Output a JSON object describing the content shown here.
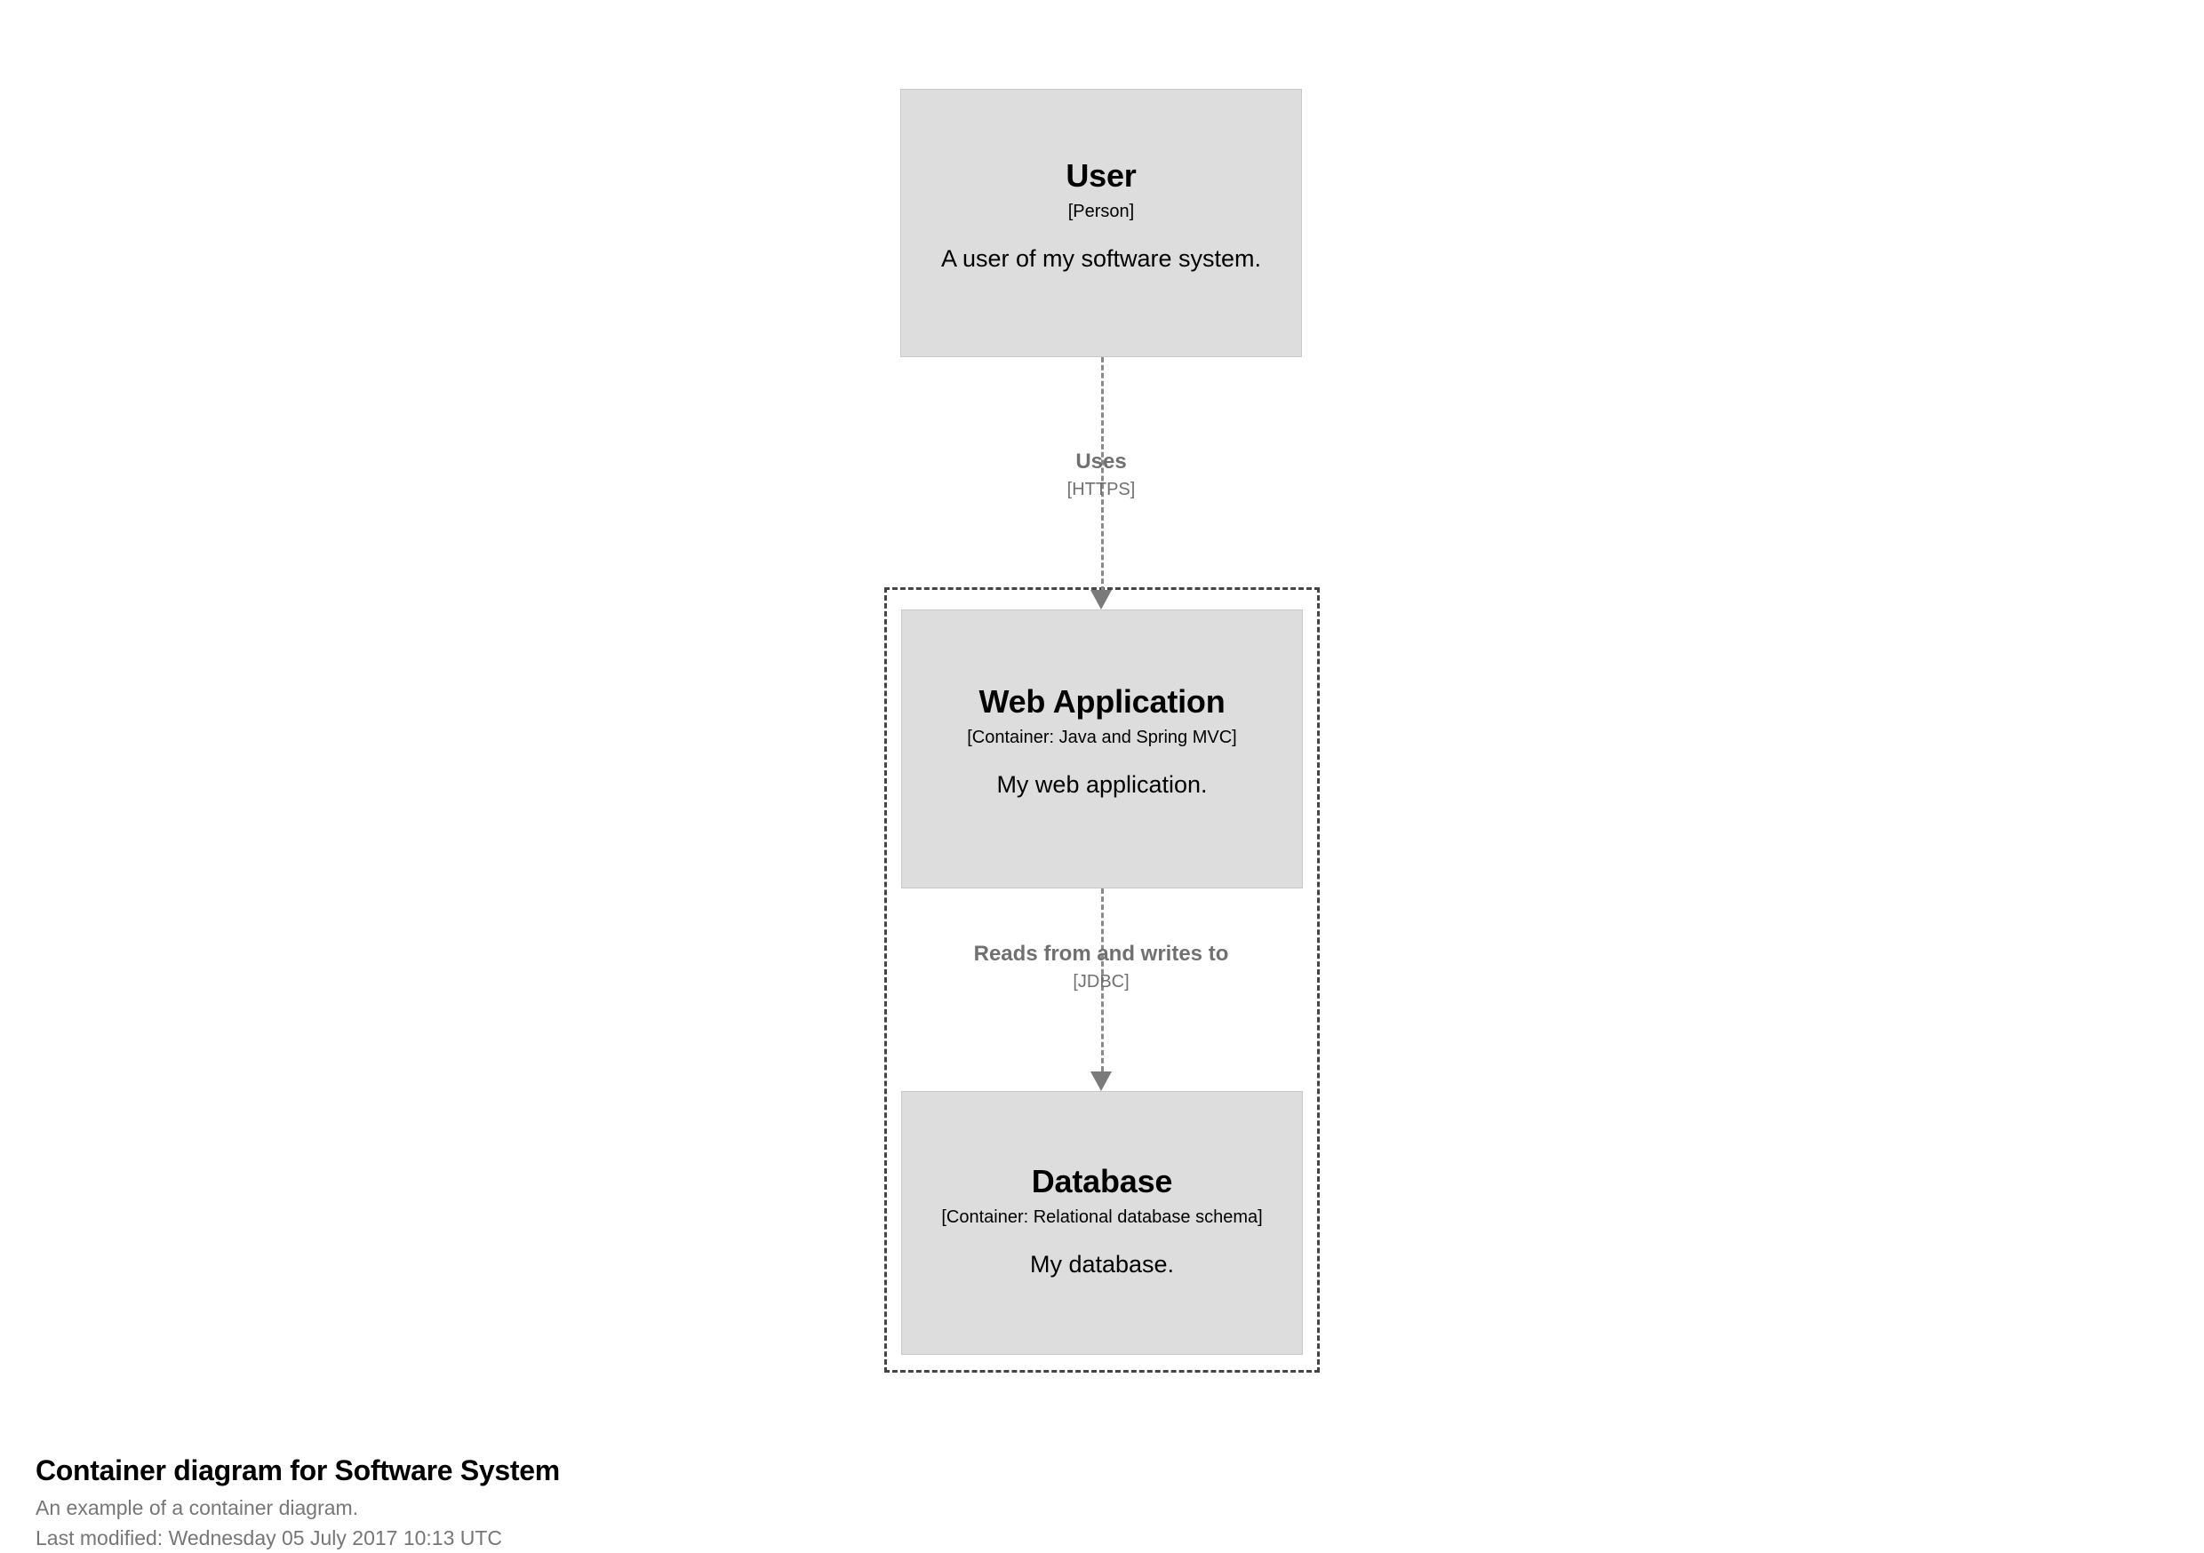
{
  "diagram": {
    "kind": "c4-container-diagram",
    "colors": {
      "node_fill": "#dddddd",
      "node_border": "#c8c8c8",
      "node_text": "#000000",
      "boundary_stroke": "#454545",
      "relationship_stroke": "#8a8a8a",
      "relationship_text": "#707070",
      "caption_title": "#000000",
      "caption_sub": "#767676",
      "background": "#ffffff"
    },
    "nodes": [
      {
        "id": "user",
        "name": "User",
        "type": "[Person]",
        "description": "A user of my software system."
      },
      {
        "id": "webapp",
        "name": "Web Application",
        "type": "[Container: Java and Spring MVC]",
        "description": "My web application."
      },
      {
        "id": "database",
        "name": "Database",
        "type": "[Container: Relational database schema]",
        "description": "My database."
      }
    ],
    "boundary": {
      "style": "dashed",
      "label": ""
    },
    "relationships": [
      {
        "id": "uses",
        "from": "user",
        "to": "webapp",
        "description": "Uses",
        "technology": "[HTTPS]"
      },
      {
        "id": "reads-writes",
        "from": "webapp",
        "to": "database",
        "description": "Reads from and writes to",
        "technology": "[JDBC]"
      }
    ]
  },
  "caption": {
    "title": "Container diagram for Software System",
    "subtitle": "An example of a container diagram.",
    "last_modified": "Last modified: Wednesday 05 July 2017 10:13 UTC"
  }
}
